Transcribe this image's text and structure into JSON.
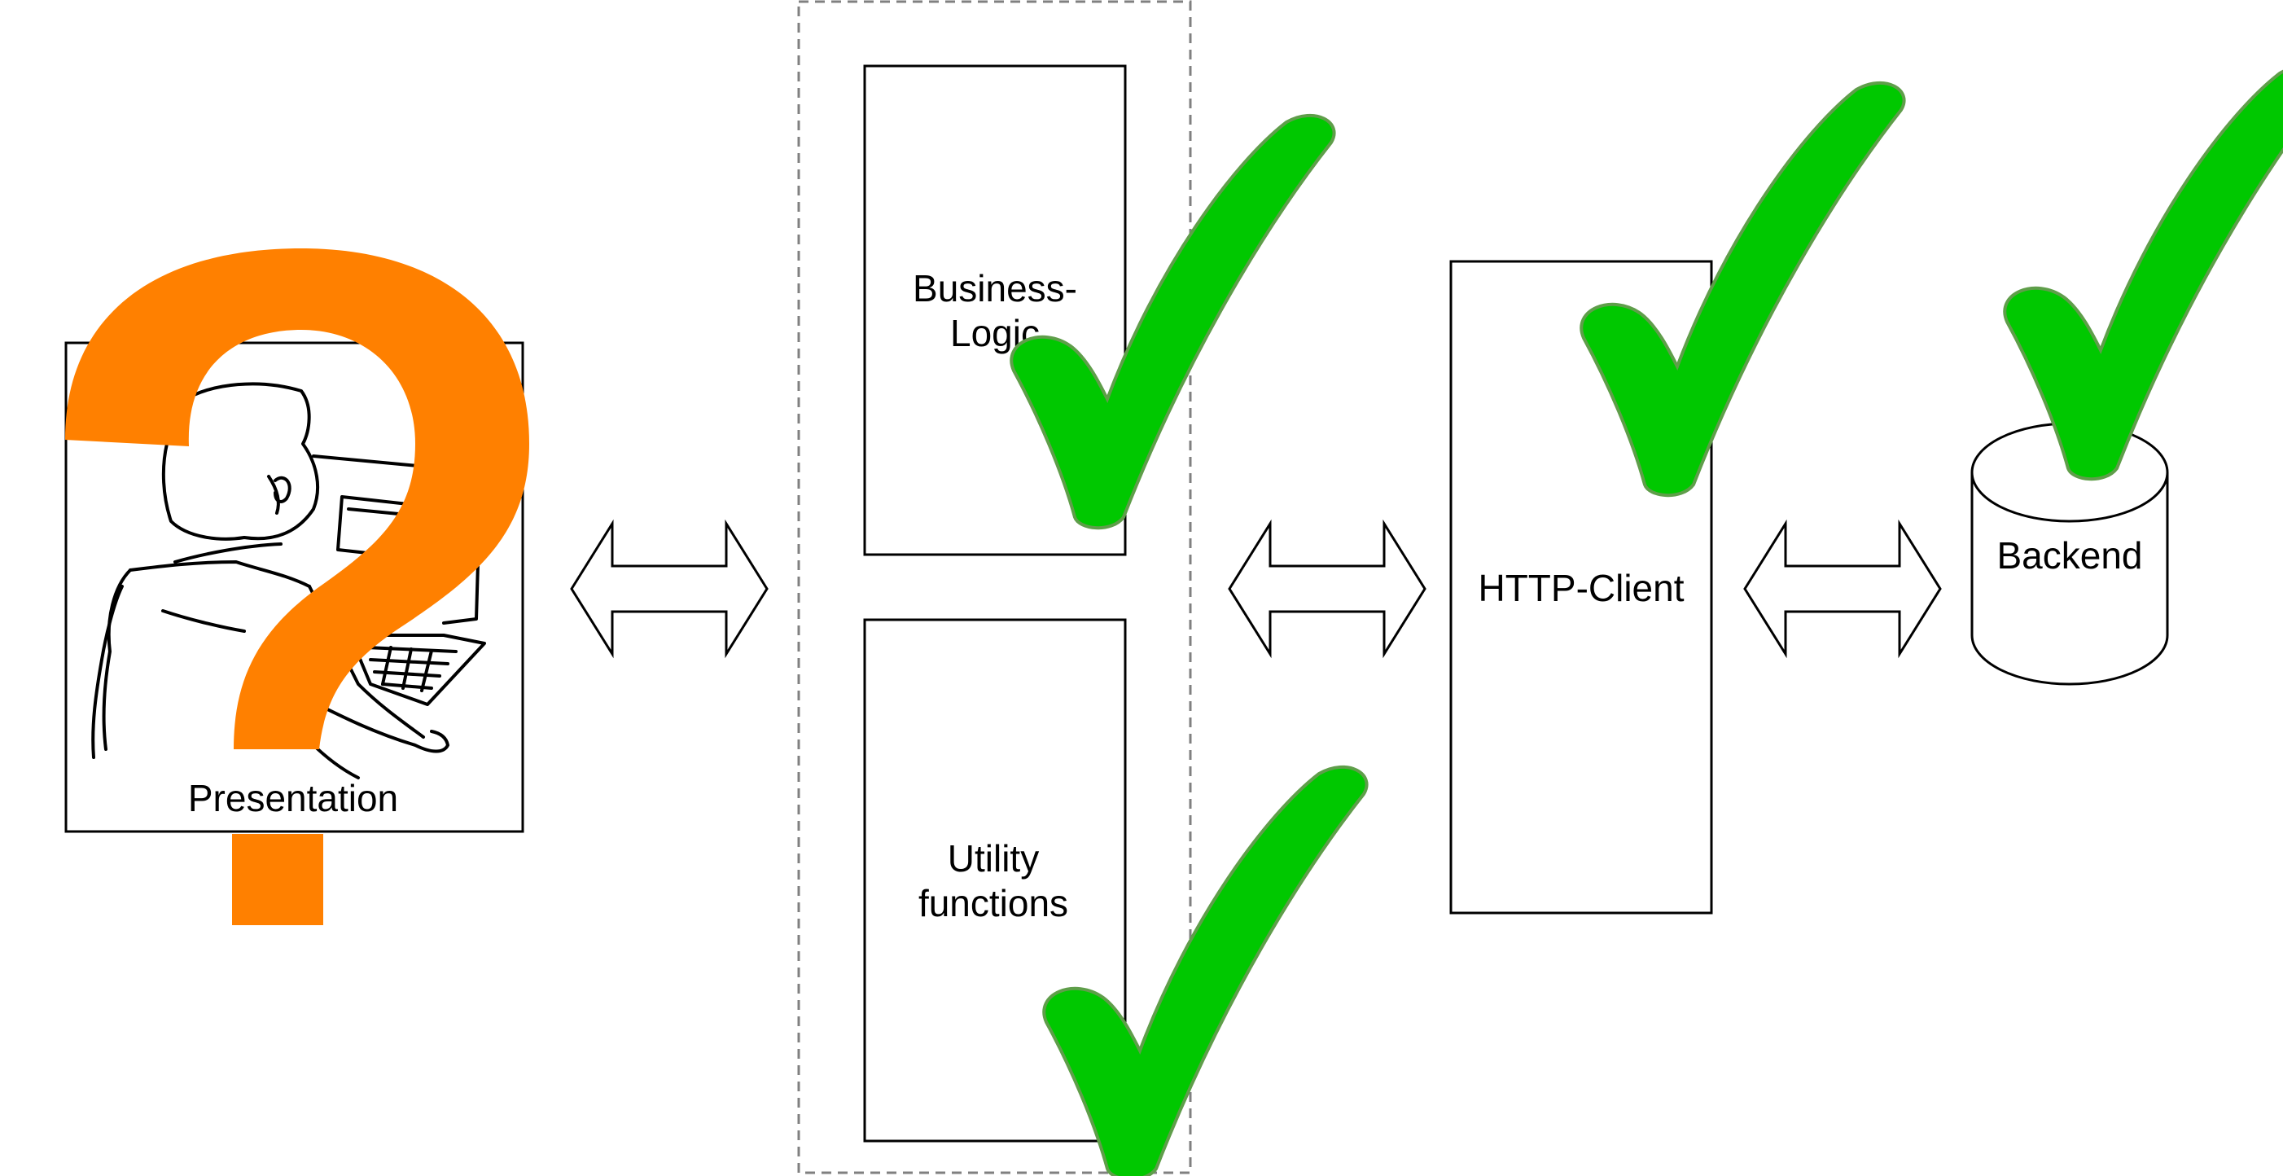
{
  "colors": {
    "stroke": "#000000",
    "group_border": "#808080",
    "question_mark": "#ff8000",
    "checkmark_fill": "#00c800",
    "checkmark_edge": "#5f9e4a"
  },
  "presentation": {
    "label": "Presentation",
    "figure_icon": "person-at-laptop-illustration",
    "status_icon": "question-mark"
  },
  "business_logic": {
    "label_line1": "Business-",
    "label_line2": "Logic",
    "status_icon": "checkmark"
  },
  "utility": {
    "label_line1": "Utility",
    "label_line2": "functions",
    "status_icon": "checkmark"
  },
  "http_client": {
    "label": "HTTP-Client",
    "status_icon": "checkmark"
  },
  "backend": {
    "label": "Backend",
    "shape": "cylinder-database",
    "status_icon": "checkmark"
  },
  "connectors": [
    {
      "from": "Presentation",
      "to": "Business-Logic / Utility functions",
      "type": "bidirectional-arrow"
    },
    {
      "from": "Business-Logic / Utility functions",
      "to": "HTTP-Client",
      "type": "bidirectional-arrow"
    },
    {
      "from": "HTTP-Client",
      "to": "Backend",
      "type": "bidirectional-arrow"
    }
  ]
}
